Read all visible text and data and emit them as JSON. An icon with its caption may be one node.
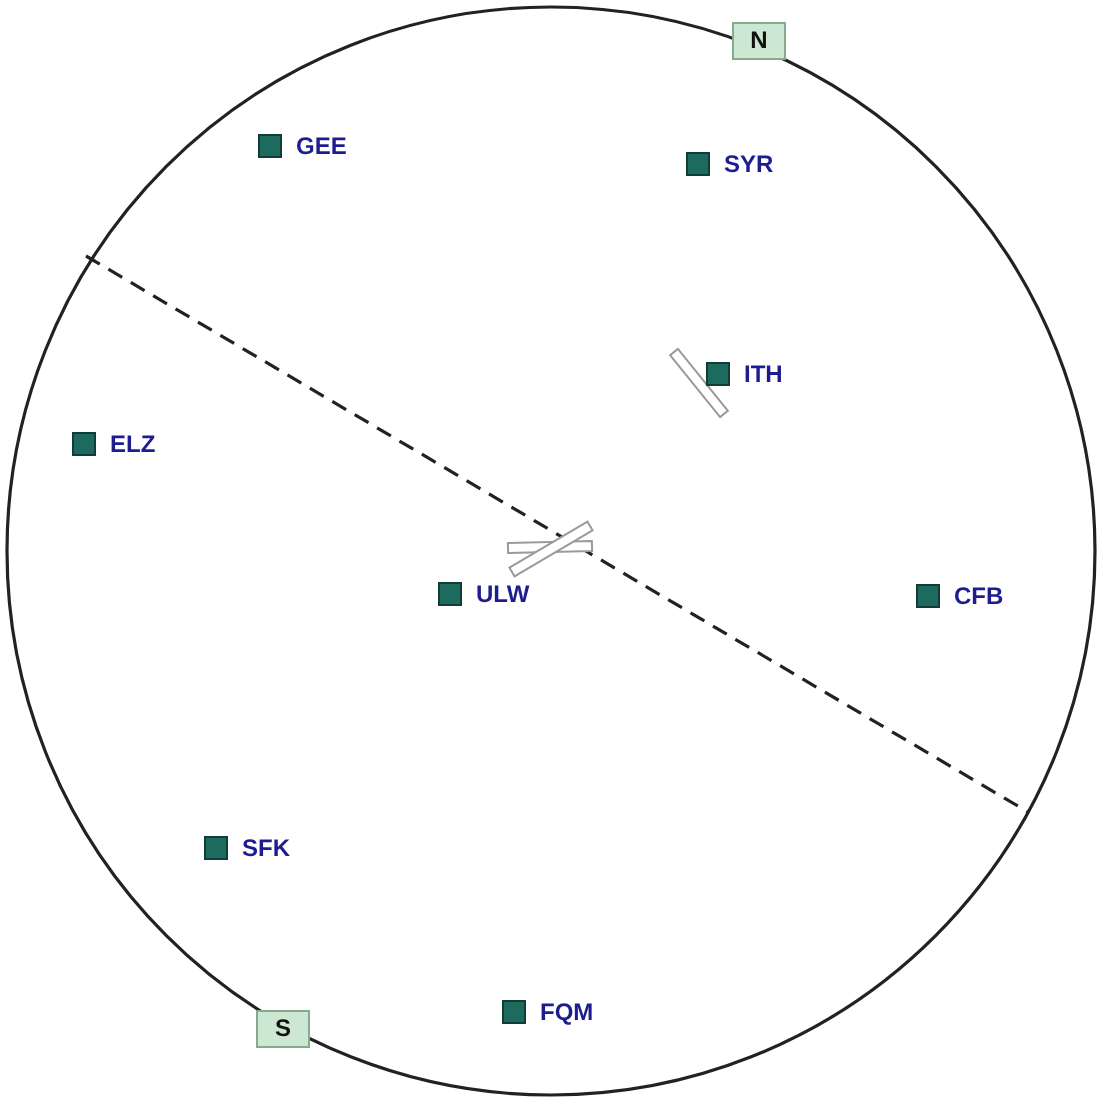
{
  "diagram": {
    "nodes": [
      {
        "text": [
          "N"
        ]
      },
      {
        "text": [
          "S"
        ]
      }
    ],
    "labels": [
      "GEE",
      "SYR",
      "ITH",
      "ELZ",
      "ULW",
      "CFB",
      "SFK",
      "FQM"
    ]
  }
}
